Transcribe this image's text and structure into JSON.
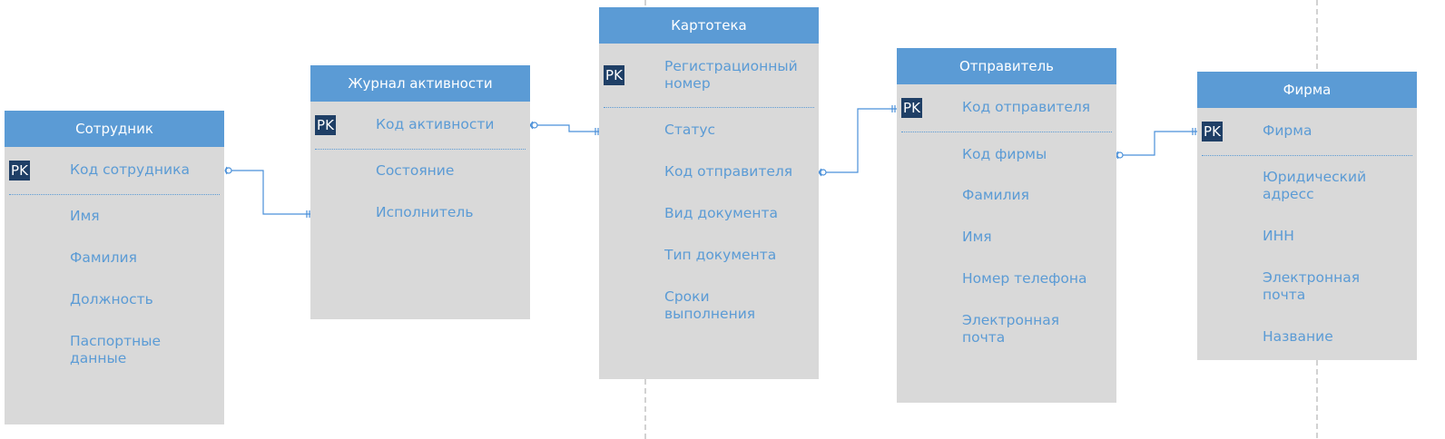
{
  "entities": {
    "sotrudnik": {
      "title": "Сотрудник",
      "pk_label": "PK",
      "pk_field": "Код сотрудника",
      "fields": [
        "Имя",
        "Фамилия",
        "Должность",
        "Паспортные данные"
      ]
    },
    "zhurnal": {
      "title": "Журнал активности",
      "pk_label": "PK",
      "pk_field": "Код активности",
      "fields": [
        "Состояние",
        "Исполнитель"
      ]
    },
    "kartoteka": {
      "title": "Картотека",
      "pk_label": "PK",
      "pk_field": "Регистрационный номер",
      "fields": [
        "Статус",
        "Код отправителя",
        "Вид документа",
        "Тип документа",
        "Сроки выполнения"
      ]
    },
    "otpravitel": {
      "title": "Отправитель",
      "pk_label": "PK",
      "pk_field": "Код отправителя",
      "fields": [
        "Код фирмы",
        "Фамилия",
        "Имя",
        "Номер телефона",
        "Электронная почта"
      ]
    },
    "firma": {
      "title": "Фирма",
      "pk_label": "PK",
      "pk_field": "Фирма",
      "fields": [
        "Юридический адресс",
        "ИНН",
        "Электронная почта",
        "Название"
      ]
    }
  },
  "colors": {
    "header": "#5b9bd5",
    "body": "#d9d9d9",
    "text": "#5b9bd5",
    "pk_badge": "#1f3f66",
    "connector": "#4a90d9",
    "guide": "#a6a6a6"
  }
}
